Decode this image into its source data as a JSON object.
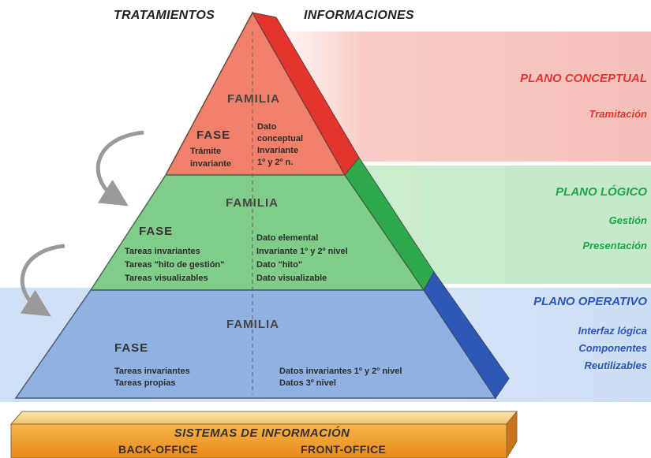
{
  "headers": {
    "left": "TRATAMIENTOS",
    "right": "INFORMACIONES"
  },
  "pyramid": {
    "top": {
      "familia": "FAMILIA",
      "fase": "FASE",
      "left_lines": [
        "Trámite",
        "invariante"
      ],
      "right_lines": [
        "Dato",
        "conceptual",
        "Invariante",
        "1º y 2º n."
      ],
      "color": "#f0806a"
    },
    "middle": {
      "familia": "FAMILIA",
      "fase": "FASE",
      "left_lines": [
        "Tareas invariantes",
        "Tareas \"hito de gestión\"",
        "Tareas visualizables"
      ],
      "right_lines": [
        "Dato elemental",
        "Invariante 1º y 2º nivel",
        "Dato \"hito\"",
        "Dato visualizable"
      ],
      "color": "#7fcd88"
    },
    "bottom": {
      "familia": "FAMILIA",
      "fase": "FASE",
      "left_lines": [
        "Tareas invariantes",
        "Tareas propias"
      ],
      "right_lines": [
        "Datos invariantes 1º y 2º nivel",
        "Datos 3º nivel"
      ],
      "color": "#8fb2e2"
    }
  },
  "planes": [
    {
      "title": "PLANO CONCEPTUAL",
      "subtitles": [
        "Tramitación"
      ],
      "color": "#e8332e"
    },
    {
      "title": "PLANO LÓGICO",
      "subtitles": [
        "Gestión",
        "Presentación"
      ],
      "color": "#1aa64a"
    },
    {
      "title": "PLANO OPERATIVO",
      "subtitles": [
        "Interfaz lógica",
        "Componentes",
        "Reutilizables"
      ],
      "color": "#2b55b8"
    }
  ],
  "base": {
    "title": "SISTEMAS DE INFORMACIÓN",
    "left": "BACK-OFFICE",
    "right": "FRONT-OFFICE",
    "color": "#f3a02e"
  }
}
